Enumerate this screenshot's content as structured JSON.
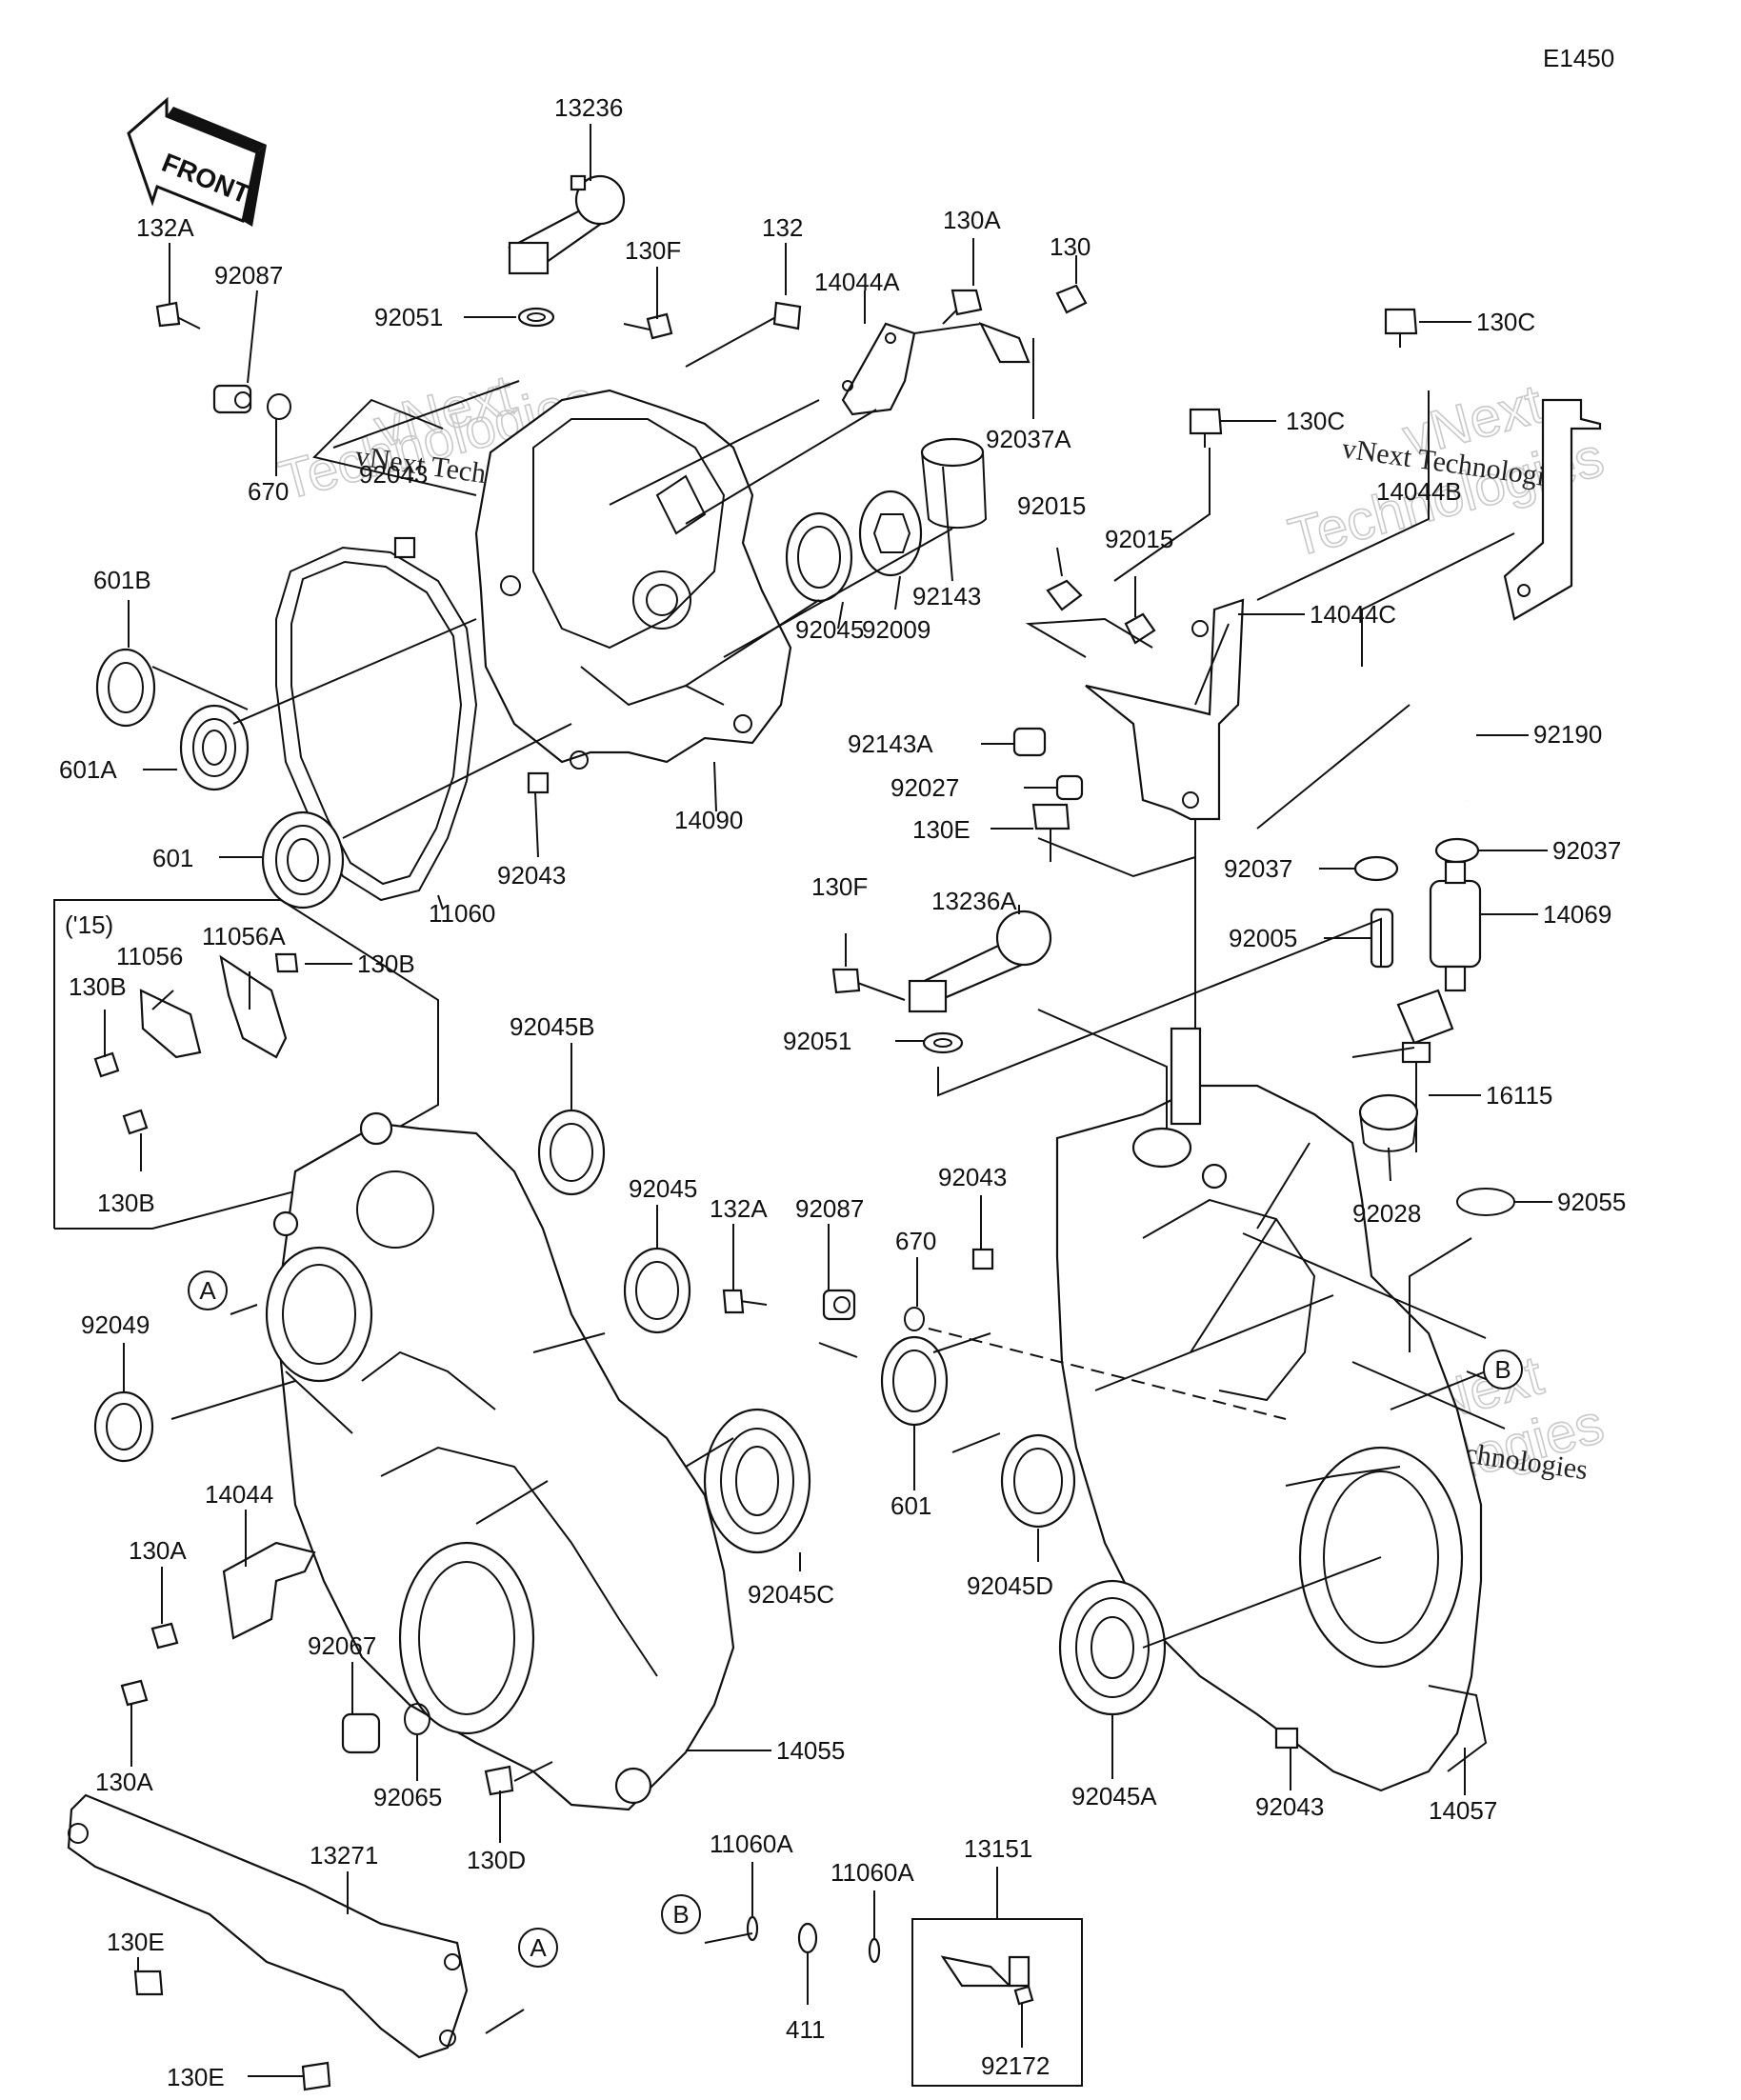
{
  "diagram": {
    "code": "E1450",
    "front_arrow": "FRONT",
    "variant_note": "('15)",
    "watermark": {
      "line1": "vNext Technologies",
      "line2": "vNext",
      "line3": "Technologies"
    }
  },
  "parts": [
    {
      "id": "p1",
      "label": "13236"
    },
    {
      "id": "p2",
      "label": "132A"
    },
    {
      "id": "p3",
      "label": "92087"
    },
    {
      "id": "p4",
      "label": "92051"
    },
    {
      "id": "p5",
      "label": "130F"
    },
    {
      "id": "p6",
      "label": "132"
    },
    {
      "id": "p7",
      "label": "14044A"
    },
    {
      "id": "p8",
      "label": "130A"
    },
    {
      "id": "p9",
      "label": "130"
    },
    {
      "id": "p10",
      "label": "130C"
    },
    {
      "id": "p11",
      "label": "130C"
    },
    {
      "id": "p12",
      "label": "92037A"
    },
    {
      "id": "p13",
      "label": "670"
    },
    {
      "id": "p14",
      "label": "92043"
    },
    {
      "id": "p15",
      "label": "14044B"
    },
    {
      "id": "p16",
      "label": "92015"
    },
    {
      "id": "p17",
      "label": "92015"
    },
    {
      "id": "p18",
      "label": "601B"
    },
    {
      "id": "p19",
      "label": "92143"
    },
    {
      "id": "p20",
      "label": "92009"
    },
    {
      "id": "p21",
      "label": "92045"
    },
    {
      "id": "p22",
      "label": "14044C"
    },
    {
      "id": "p23",
      "label": "601A"
    },
    {
      "id": "p24",
      "label": "92190"
    },
    {
      "id": "p25",
      "label": "92143A"
    },
    {
      "id": "p26",
      "label": "92027"
    },
    {
      "id": "p27",
      "label": "14090"
    },
    {
      "id": "p28",
      "label": "130E"
    },
    {
      "id": "p29",
      "label": "601"
    },
    {
      "id": "p30",
      "label": "92043"
    },
    {
      "id": "p31",
      "label": "92037"
    },
    {
      "id": "p32",
      "label": "92037"
    },
    {
      "id": "p33",
      "label": "11060"
    },
    {
      "id": "p34",
      "label": "14069"
    },
    {
      "id": "p35",
      "label": "130F"
    },
    {
      "id": "p36",
      "label": "13236A"
    },
    {
      "id": "p37",
      "label": "92005"
    },
    {
      "id": "p38",
      "label": "11056A"
    },
    {
      "id": "p39",
      "label": "11056"
    },
    {
      "id": "p40",
      "label": "130B"
    },
    {
      "id": "p41",
      "label": "130B"
    },
    {
      "id": "p42",
      "label": "92045B"
    },
    {
      "id": "p43",
      "label": "92051"
    },
    {
      "id": "p44",
      "label": "16115"
    },
    {
      "id": "p45",
      "label": "130B"
    },
    {
      "id": "p46",
      "label": "92043"
    },
    {
      "id": "p47",
      "label": "92028"
    },
    {
      "id": "p48",
      "label": "92055"
    },
    {
      "id": "p49",
      "label": "92045"
    },
    {
      "id": "p50",
      "label": "132A"
    },
    {
      "id": "p51",
      "label": "92087"
    },
    {
      "id": "p52",
      "label": "670"
    },
    {
      "id": "p53",
      "label": "92049"
    },
    {
      "id": "p54",
      "label": "601"
    },
    {
      "id": "p55",
      "label": "14044"
    },
    {
      "id": "p56",
      "label": "130A"
    },
    {
      "id": "p57",
      "label": "92045C"
    },
    {
      "id": "p58",
      "label": "92045D"
    },
    {
      "id": "p59",
      "label": "92067"
    },
    {
      "id": "p60",
      "label": "130A"
    },
    {
      "id": "p61",
      "label": "92065"
    },
    {
      "id": "p62",
      "label": "14055"
    },
    {
      "id": "p63",
      "label": "92045A"
    },
    {
      "id": "p64",
      "label": "92043"
    },
    {
      "id": "p65",
      "label": "14057"
    },
    {
      "id": "p66",
      "label": "130D"
    },
    {
      "id": "p67",
      "label": "11060A"
    },
    {
      "id": "p68",
      "label": "13151"
    },
    {
      "id": "p69",
      "label": "11060A"
    },
    {
      "id": "p70",
      "label": "13271"
    },
    {
      "id": "p71",
      "label": "130E"
    },
    {
      "id": "p72",
      "label": "411"
    },
    {
      "id": "p73",
      "label": "92172"
    },
    {
      "id": "p74",
      "label": "130E"
    }
  ],
  "callouts": [
    {
      "id": "c1",
      "label": "A"
    },
    {
      "id": "c2",
      "label": "B"
    },
    {
      "id": "c3",
      "label": "B"
    },
    {
      "id": "c4",
      "label": "A"
    }
  ]
}
